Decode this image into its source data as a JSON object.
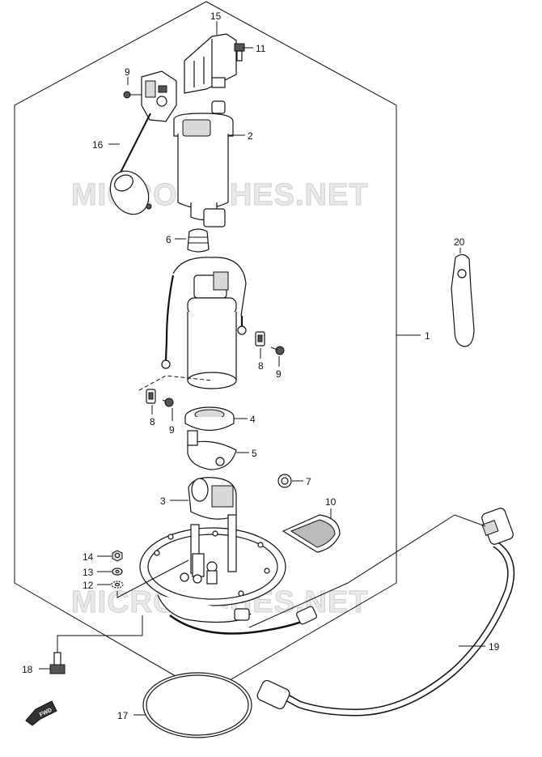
{
  "watermark": {
    "top": "MICROFICHES.NET",
    "bottom": "MICROFICHES.NET"
  },
  "fwd_label": "FWD",
  "callouts": [
    {
      "id": "c15",
      "text": "15"
    },
    {
      "id": "c11",
      "text": "11"
    },
    {
      "id": "c9a",
      "text": "9"
    },
    {
      "id": "c2",
      "text": "2"
    },
    {
      "id": "c16",
      "text": "16"
    },
    {
      "id": "c6",
      "text": "6"
    },
    {
      "id": "c20",
      "text": "20"
    },
    {
      "id": "c1",
      "text": "1"
    },
    {
      "id": "c8a",
      "text": "8"
    },
    {
      "id": "c9b",
      "text": "9"
    },
    {
      "id": "c8b",
      "text": "8"
    },
    {
      "id": "c9c",
      "text": "9"
    },
    {
      "id": "c4",
      "text": "4"
    },
    {
      "id": "c5",
      "text": "5"
    },
    {
      "id": "c7",
      "text": "7"
    },
    {
      "id": "c3",
      "text": "3"
    },
    {
      "id": "c10",
      "text": "10"
    },
    {
      "id": "c14",
      "text": "14"
    },
    {
      "id": "c13",
      "text": "13"
    },
    {
      "id": "c12",
      "text": "12"
    },
    {
      "id": "c19",
      "text": "19"
    },
    {
      "id": "c18",
      "text": "18"
    },
    {
      "id": "c17",
      "text": "17"
    }
  ]
}
